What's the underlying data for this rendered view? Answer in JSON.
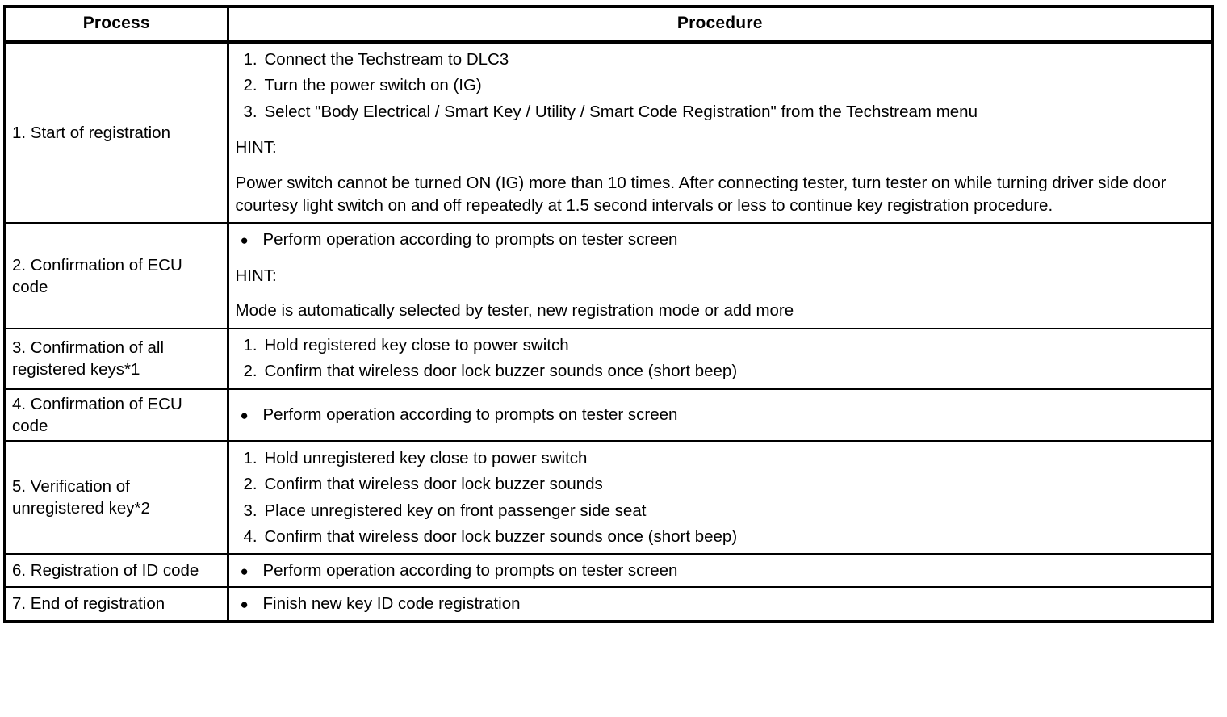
{
  "table": {
    "headers": {
      "process": "Process",
      "procedure": "Procedure"
    },
    "bullet_glyph": "●",
    "rows": [
      {
        "process": "1. Start of registration",
        "steps": [
          {
            "num": "1.",
            "text": "Connect the Techstream to DLC3"
          },
          {
            "num": "2.",
            "text": "Turn the power switch on (IG)"
          },
          {
            "num": "3.",
            "text": "Select \"Body Electrical / Smart Key / Utility / Smart Code Registration\" from the Techstream menu"
          }
        ],
        "hint_label": "HINT:",
        "hint_body": "Power switch cannot be turned ON (IG) more than 10 times. After connecting tester, turn tester on while turning driver side door courtesy light switch on and off repeatedly at 1.5 second intervals or less to continue key registration procedure."
      },
      {
        "process": "2. Confirmation of ECU code",
        "bullets": [
          "Perform operation according to prompts on tester screen"
        ],
        "hint_label": "HINT:",
        "hint_body": "Mode is automatically selected by tester, new registration mode or add more"
      },
      {
        "process": "3. Confirmation of all registered keys*1",
        "steps": [
          {
            "num": "1.",
            "text": "Hold registered key close to power switch"
          },
          {
            "num": "2.",
            "text": "Confirm that wireless door lock buzzer sounds once (short beep)"
          }
        ]
      },
      {
        "process": "4. Confirmation of ECU code",
        "bullets": [
          "Perform operation according to prompts on tester screen"
        ]
      },
      {
        "process": "5. Verification of unregistered key*2",
        "steps": [
          {
            "num": "1.",
            "text": "Hold unregistered key close to power switch"
          },
          {
            "num": "2.",
            "text": "Confirm that wireless door lock buzzer sounds"
          },
          {
            "num": "3.",
            "text": "Place unregistered key on front passenger side seat"
          },
          {
            "num": "4.",
            "text": "Confirm that wireless door lock buzzer sounds once (short beep)"
          }
        ]
      },
      {
        "process": "6. Registration of ID code",
        "bullets": [
          "Perform operation according to prompts on tester screen"
        ]
      },
      {
        "process": "7. End of registration",
        "bullets": [
          "Finish new key ID code registration"
        ]
      }
    ]
  }
}
